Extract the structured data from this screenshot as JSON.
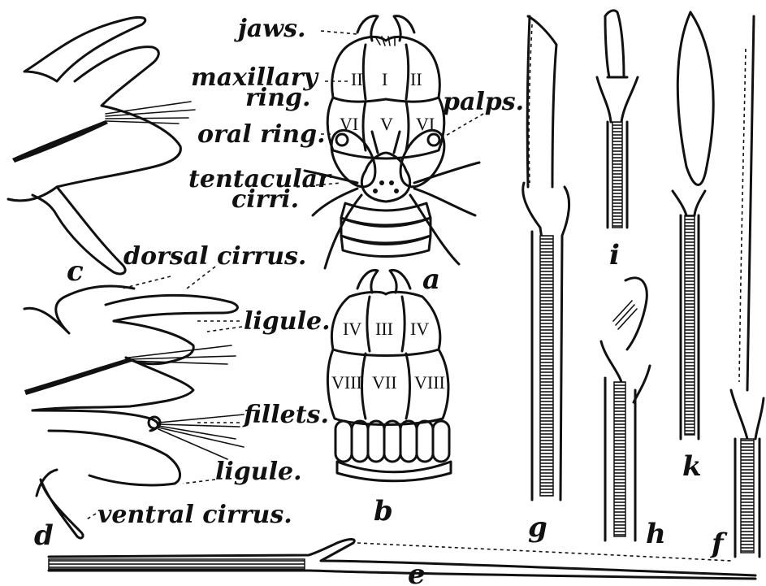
{
  "labels": {
    "jaws": "jaws.",
    "maxillary_1": "maxillary",
    "maxillary_2": "ring.",
    "oral_ring": "oral ring.",
    "palps": "palps.",
    "tentacular_1": "tentacular",
    "tentacular_2": "cirri.",
    "dorsal_cirrus": "dorsal cirrus.",
    "ligule_upper": "ligule.",
    "fillets": "fillets.",
    "ligule_lower": "ligule.",
    "ventral_cirrus": "ventral cirrus."
  },
  "figure_letters": {
    "a": "a",
    "b": "b",
    "c": "c",
    "d": "d",
    "e": "e",
    "f": "f",
    "g": "g",
    "h": "h",
    "i": "i",
    "k": "k"
  },
  "paragnath_numerals": {
    "a": [
      "II",
      "I",
      "II",
      "VI",
      "V",
      "VI"
    ],
    "b": [
      "IV",
      "III",
      "IV",
      "VIII",
      "VII",
      "VIII"
    ]
  }
}
